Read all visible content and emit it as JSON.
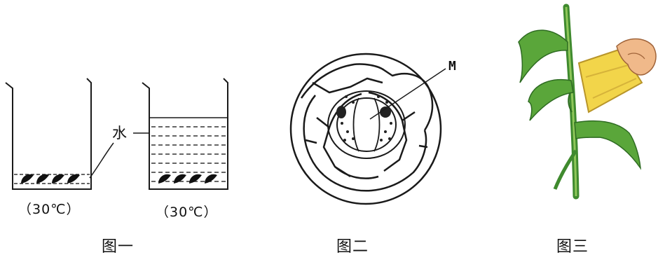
{
  "figure1": {
    "caption": "图一",
    "water_label": "水",
    "beaker_left_temp": "（30℃）",
    "beaker_right_temp": "（30℃）"
  },
  "figure2": {
    "caption": "图二",
    "pointer_label": "M"
  },
  "figure3": {
    "caption": "图三"
  },
  "colors": {
    "ink": "#1a1a1a",
    "stem_green": "#3f8a2e",
    "leaf_green": "#5aa63a",
    "bag_yellow": "#f2d54a",
    "hand_skin": "#f0b98a"
  }
}
